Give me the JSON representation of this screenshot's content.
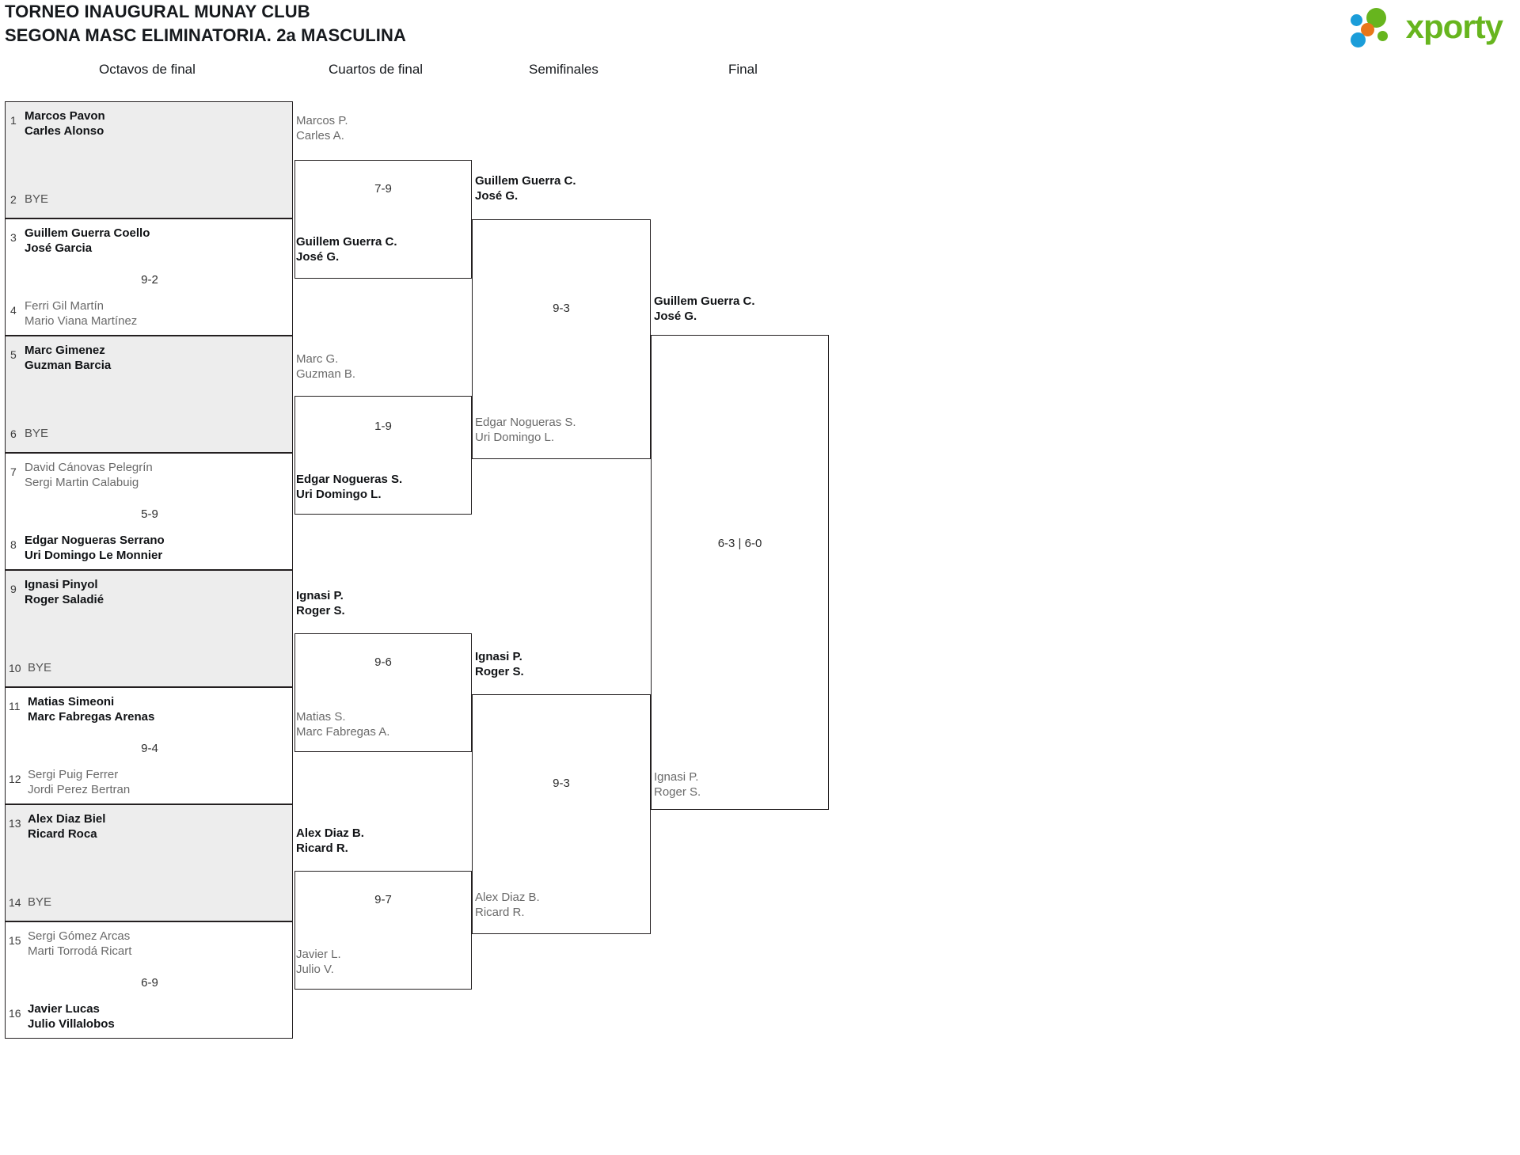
{
  "header": {
    "title_line1": "TORNEO INAUGURAL MUNAY CLUB",
    "title_line2": "SEGONA MASC ELIMINATORIA. 2a MASCULINA",
    "logo_text": "xporty",
    "logo_colors": {
      "blue": "#1b9dd9",
      "orange": "#e8761a",
      "green": "#67b51e"
    }
  },
  "rounds": [
    {
      "name": "round-of-16",
      "label": "Octavos de final"
    },
    {
      "name": "quarterfinals",
      "label": "Cuartos de final"
    },
    {
      "name": "semifinals",
      "label": "Semifinales"
    },
    {
      "name": "final",
      "label": "Final"
    }
  ],
  "round_of_16": {
    "seeds": [
      {
        "n": "1",
        "l1": "Marcos Pavon",
        "l2": "Carles Alonso",
        "state": "win",
        "shade": true
      },
      {
        "n": "2",
        "l1": "BYE",
        "l2": "",
        "state": "bye",
        "shade": true
      },
      {
        "n": "3",
        "l1": "Guillem Guerra Coello",
        "l2": "José Garcia",
        "state": "win",
        "shade": false
      },
      {
        "n": "4",
        "l1": "Ferri Gil Martín",
        "l2": "Mario Viana Martínez",
        "state": "lose",
        "shade": false
      },
      {
        "n": "5",
        "l1": "Marc Gimenez",
        "l2": "Guzman Barcia",
        "state": "win",
        "shade": true
      },
      {
        "n": "6",
        "l1": "BYE",
        "l2": "",
        "state": "bye",
        "shade": true
      },
      {
        "n": "7",
        "l1": "David Cánovas Pelegrín",
        "l2": "Sergi Martin Calabuig",
        "state": "lose",
        "shade": false
      },
      {
        "n": "8",
        "l1": "Edgar Nogueras Serrano",
        "l2": "Uri Domingo Le Monnier",
        "state": "win",
        "shade": false
      },
      {
        "n": "9",
        "l1": "Ignasi Pinyol",
        "l2": "Roger Saladié",
        "state": "win",
        "shade": true
      },
      {
        "n": "10",
        "l1": "BYE",
        "l2": "",
        "state": "bye",
        "shade": true
      },
      {
        "n": "11",
        "l1": "Matias Simeoni",
        "l2": "Marc Fabregas Arenas",
        "state": "win",
        "shade": false
      },
      {
        "n": "12",
        "l1": "Sergi Puig Ferrer",
        "l2": "Jordi Perez Bertran",
        "state": "lose",
        "shade": false
      },
      {
        "n": "13",
        "l1": "Alex Diaz Biel",
        "l2": "Ricard Roca",
        "state": "win",
        "shade": true
      },
      {
        "n": "14",
        "l1": "BYE",
        "l2": "",
        "state": "bye",
        "shade": true
      },
      {
        "n": "15",
        "l1": "Sergi Gómez Arcas",
        "l2": "Marti Torrodá Ricart",
        "state": "lose",
        "shade": false
      },
      {
        "n": "16",
        "l1": "Javier Lucas",
        "l2": "Julio Villalobos",
        "state": "win",
        "shade": false
      }
    ],
    "scores": [
      "9-2",
      "5-9",
      "9-4",
      "6-9"
    ]
  },
  "quarterfinals": {
    "matches": [
      {
        "top": {
          "l1": "Marcos P.",
          "l2": "Carles A.",
          "state": "lose"
        },
        "bottom": {
          "l1": "Guillem Guerra C.",
          "l2": "José G.",
          "state": "win"
        },
        "score": "7-9"
      },
      {
        "top": {
          "l1": "Marc G.",
          "l2": "Guzman B.",
          "state": "lose"
        },
        "bottom": {
          "l1": "Edgar Nogueras S.",
          "l2": "Uri Domingo L.",
          "state": "win"
        },
        "score": "1-9"
      },
      {
        "top": {
          "l1": "Ignasi P.",
          "l2": "Roger S.",
          "state": "win"
        },
        "bottom": {
          "l1": "Matias S.",
          "l2": "Marc Fabregas A.",
          "state": "lose"
        },
        "score": "9-6"
      },
      {
        "top": {
          "l1": "Alex Diaz B.",
          "l2": "Ricard R.",
          "state": "win"
        },
        "bottom": {
          "l1": "Javier L.",
          "l2": "Julio V.",
          "state": "lose"
        },
        "score": "9-7"
      }
    ]
  },
  "semifinals": {
    "matches": [
      {
        "top": {
          "l1": "Guillem Guerra C.",
          "l2": "José G.",
          "state": "win"
        },
        "bottom": {
          "l1": "Edgar Nogueras S.",
          "l2": "Uri Domingo L.",
          "state": "lose"
        },
        "score": "9-3"
      },
      {
        "top": {
          "l1": "Ignasi P.",
          "l2": "Roger S.",
          "state": "win"
        },
        "bottom": {
          "l1": "Alex Diaz B.",
          "l2": "Ricard R.",
          "state": "lose"
        },
        "score": "9-3"
      }
    ]
  },
  "final": {
    "match": {
      "top": {
        "l1": "Guillem Guerra C.",
        "l2": "José G.",
        "state": "win"
      },
      "bottom": {
        "l1": "Ignasi P.",
        "l2": "Roger S.",
        "state": "lose"
      },
      "score": "6-3 | 6-0"
    }
  }
}
